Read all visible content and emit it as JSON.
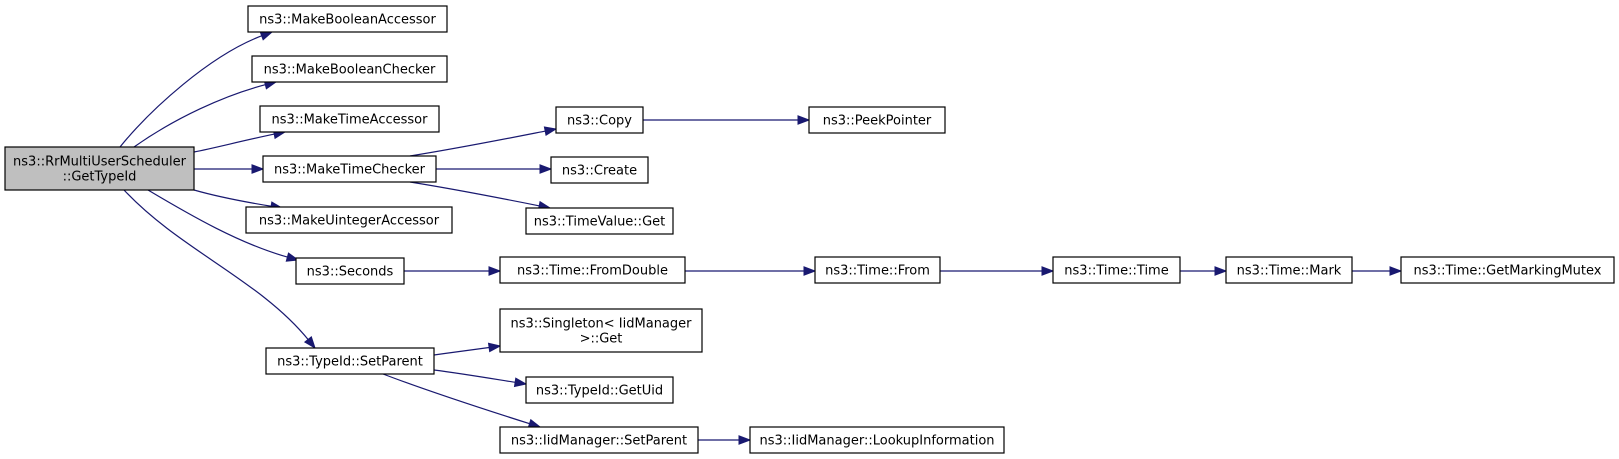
{
  "colors": {
    "edge": "#191970",
    "root_fill": "#bfbfbf",
    "node_fill": "#ffffff",
    "node_border": "#000000"
  },
  "nodes": {
    "root": [
      "ns3::RrMultiUserScheduler",
      "::GetTypeId"
    ],
    "make_boolean_accessor": [
      "ns3::MakeBooleanAccessor"
    ],
    "make_boolean_checker": [
      "ns3::MakeBooleanChecker"
    ],
    "make_time_accessor": [
      "ns3::MakeTimeAccessor"
    ],
    "make_time_checker": [
      "ns3::MakeTimeChecker"
    ],
    "make_uinteger_accessor": [
      "ns3::MakeUintegerAccessor"
    ],
    "seconds": [
      "ns3::Seconds"
    ],
    "typeid_setparent": [
      "ns3::TypeId::SetParent"
    ],
    "copy": [
      "ns3::Copy"
    ],
    "peek_pointer": [
      "ns3::PeekPointer"
    ],
    "create": [
      "ns3::Create"
    ],
    "timevalue_get": [
      "ns3::TimeValue::Get"
    ],
    "time_fromdouble": [
      "ns3::Time::FromDouble"
    ],
    "time_from": [
      "ns3::Time::From"
    ],
    "time_time": [
      "ns3::Time::Time"
    ],
    "time_mark": [
      "ns3::Time::Mark"
    ],
    "time_getmarkingmutex": [
      "ns3::Time::GetMarkingMutex"
    ],
    "singleton_get": [
      "ns3::Singleton< IidManager",
      ">::Get"
    ],
    "typeid_getuid": [
      "ns3::TypeId::GetUid"
    ],
    "iidmanager_setparent": [
      "ns3::IidManager::SetParent"
    ],
    "iidmanager_lookupinformation": [
      "ns3::IidManager::LookupInformation"
    ]
  },
  "edges": [
    [
      "root",
      "make_boolean_accessor"
    ],
    [
      "root",
      "make_boolean_checker"
    ],
    [
      "root",
      "make_time_accessor"
    ],
    [
      "root",
      "make_time_checker"
    ],
    [
      "root",
      "make_uinteger_accessor"
    ],
    [
      "root",
      "seconds"
    ],
    [
      "root",
      "typeid_setparent"
    ],
    [
      "make_time_checker",
      "copy"
    ],
    [
      "make_time_checker",
      "create"
    ],
    [
      "make_time_checker",
      "timevalue_get"
    ],
    [
      "copy",
      "peek_pointer"
    ],
    [
      "seconds",
      "time_fromdouble"
    ],
    [
      "time_fromdouble",
      "time_from"
    ],
    [
      "time_from",
      "time_time"
    ],
    [
      "time_time",
      "time_mark"
    ],
    [
      "time_mark",
      "time_getmarkingmutex"
    ],
    [
      "typeid_setparent",
      "singleton_get"
    ],
    [
      "typeid_setparent",
      "typeid_getuid"
    ],
    [
      "typeid_setparent",
      "iidmanager_setparent"
    ],
    [
      "iidmanager_setparent",
      "iidmanager_lookupinformation"
    ]
  ]
}
